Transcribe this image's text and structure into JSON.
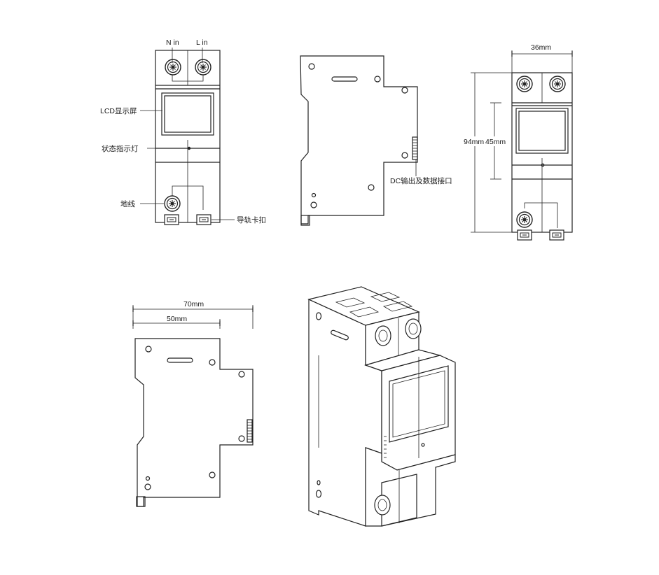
{
  "front_view": {
    "n_in": "N in",
    "l_in": "L in",
    "lcd": "LCD显示屏",
    "indicator": "状态指示灯",
    "ground": "地线",
    "rail_clip": "导轨卡扣"
  },
  "side_view": {
    "dc_port": "DC输出及数据接口"
  },
  "dim_view": {
    "width": "36mm",
    "height": "94mm",
    "window_height": "45mm"
  },
  "side_dims": {
    "depth_total": "70mm",
    "depth_partial": "50mm"
  },
  "colors": {
    "line": "#222222",
    "background": "#ffffff"
  },
  "icons": [
    "terminal-screw-icon",
    "led-indicator-icon",
    "rail-clip-icon"
  ]
}
